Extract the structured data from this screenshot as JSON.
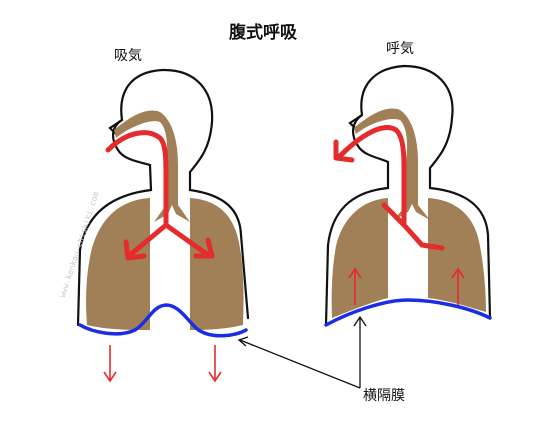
{
  "title": "腹式呼吸",
  "panels": {
    "inhale_label": "吸気",
    "exhale_label": "呼気"
  },
  "callout_label": "横隔膜",
  "watermark": "www.kenkou-chishiki.com",
  "colors": {
    "lung": "#a17f57",
    "airflow": "#e52b2b",
    "diaphragm": "#1a2ee6",
    "outline": "#111111"
  }
}
